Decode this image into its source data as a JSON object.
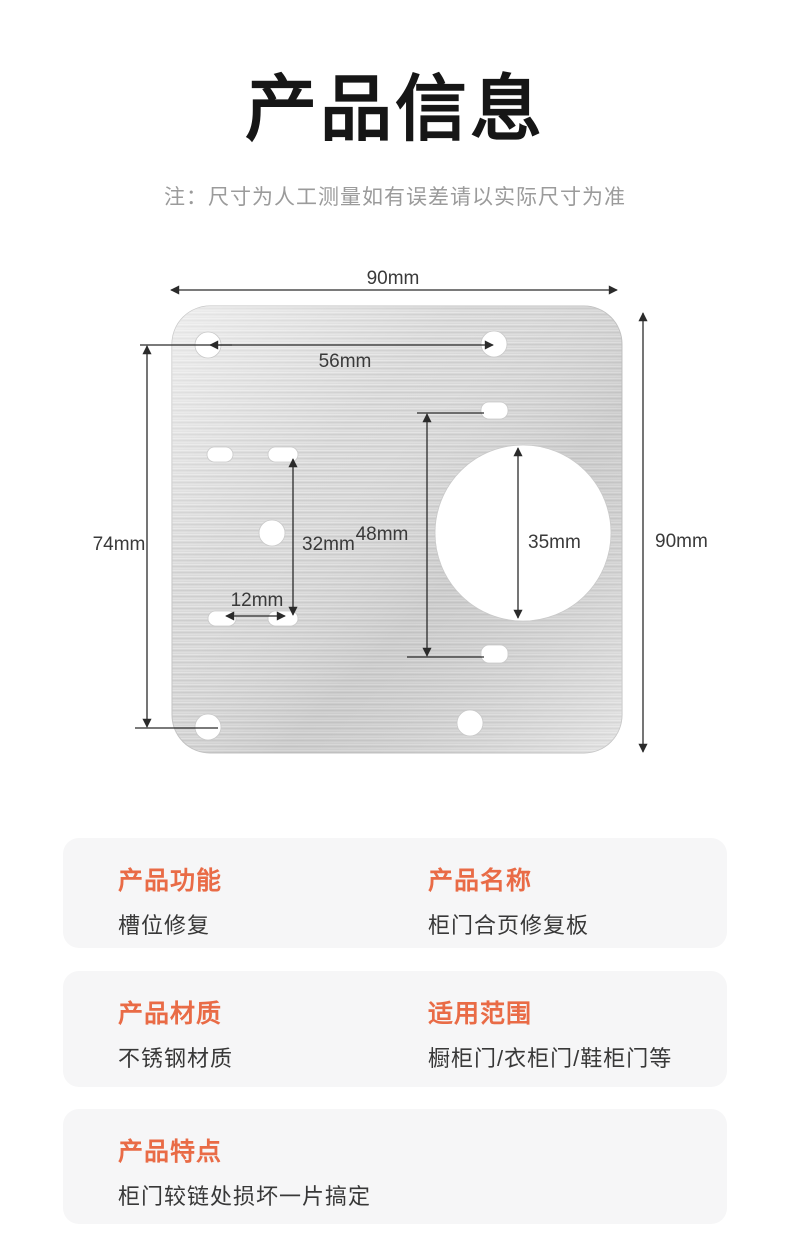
{
  "header": {
    "title": "产品信息",
    "note": "注：尺寸为人工测量如有误差请以实际尺寸为准"
  },
  "diagram": {
    "labels": {
      "top_width": "90mm",
      "right_height": "90mm",
      "hole_spacing": "56mm",
      "left_height": "74mm",
      "slot_offset": "32mm",
      "slot_spacing": "12mm",
      "cup_offset": "48mm",
      "cup_diameter": "35mm"
    }
  },
  "cards": [
    {
      "items": [
        {
          "heading": "产品功能",
          "body": "槽位修复"
        },
        {
          "heading": "产品名称",
          "body": "柜门合页修复板"
        }
      ]
    },
    {
      "items": [
        {
          "heading": "产品材质",
          "body": "不锈钢材质"
        },
        {
          "heading": "适用范围",
          "body": "橱柜门/衣柜门/鞋柜门等"
        }
      ]
    },
    {
      "items": [
        {
          "heading": "产品特点",
          "body": "柜门较链处损坏一片搞定"
        }
      ]
    }
  ],
  "colors": {
    "accent_orange": "#e96b46",
    "title_black": "#161616",
    "note_gray": "#9b9b9b",
    "body_text": "#383838",
    "dimension_line": "#2b2b2b",
    "card_background": "#f6f6f7",
    "plate_metal": "#d7d7d7",
    "page_background": "#ffffff"
  }
}
